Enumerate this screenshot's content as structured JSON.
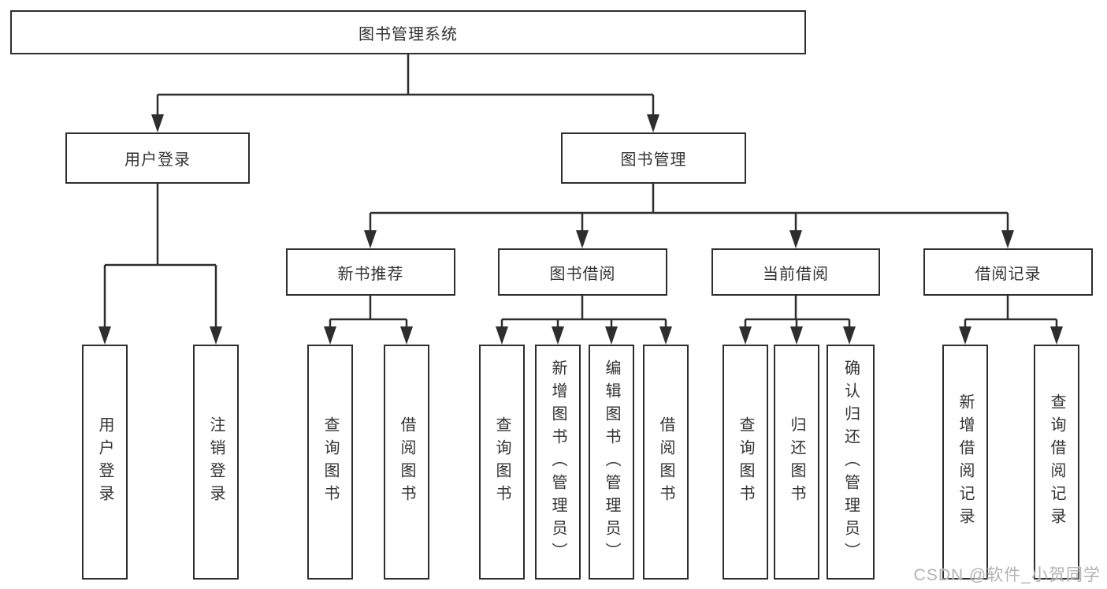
{
  "colors": {
    "line": "#2e2e2e",
    "text": "#333333",
    "watermark": "#b3b3b3",
    "background": "#ffffff"
  },
  "watermark": {
    "text": "CSDN @软件_小贺同学"
  },
  "tree": {
    "root": "图书管理系统",
    "branches": [
      {
        "label": "用户登录",
        "children": [
          "用户登录",
          "注销登录"
        ]
      },
      {
        "label": "图书管理",
        "groups": [
          {
            "label": "新书推荐",
            "children": [
              "查询图书",
              "借阅图书"
            ]
          },
          {
            "label": "图书借阅",
            "children": [
              "查询图书",
              "新增图书（管理员）",
              "编辑图书（管理员）",
              "借阅图书"
            ]
          },
          {
            "label": "当前借阅",
            "children": [
              "查询图书",
              "归还图书",
              "确认归还（管理员）"
            ]
          },
          {
            "label": "借阅记录",
            "children": [
              "新增借阅记录",
              "查询借阅记录"
            ]
          }
        ]
      }
    ]
  }
}
